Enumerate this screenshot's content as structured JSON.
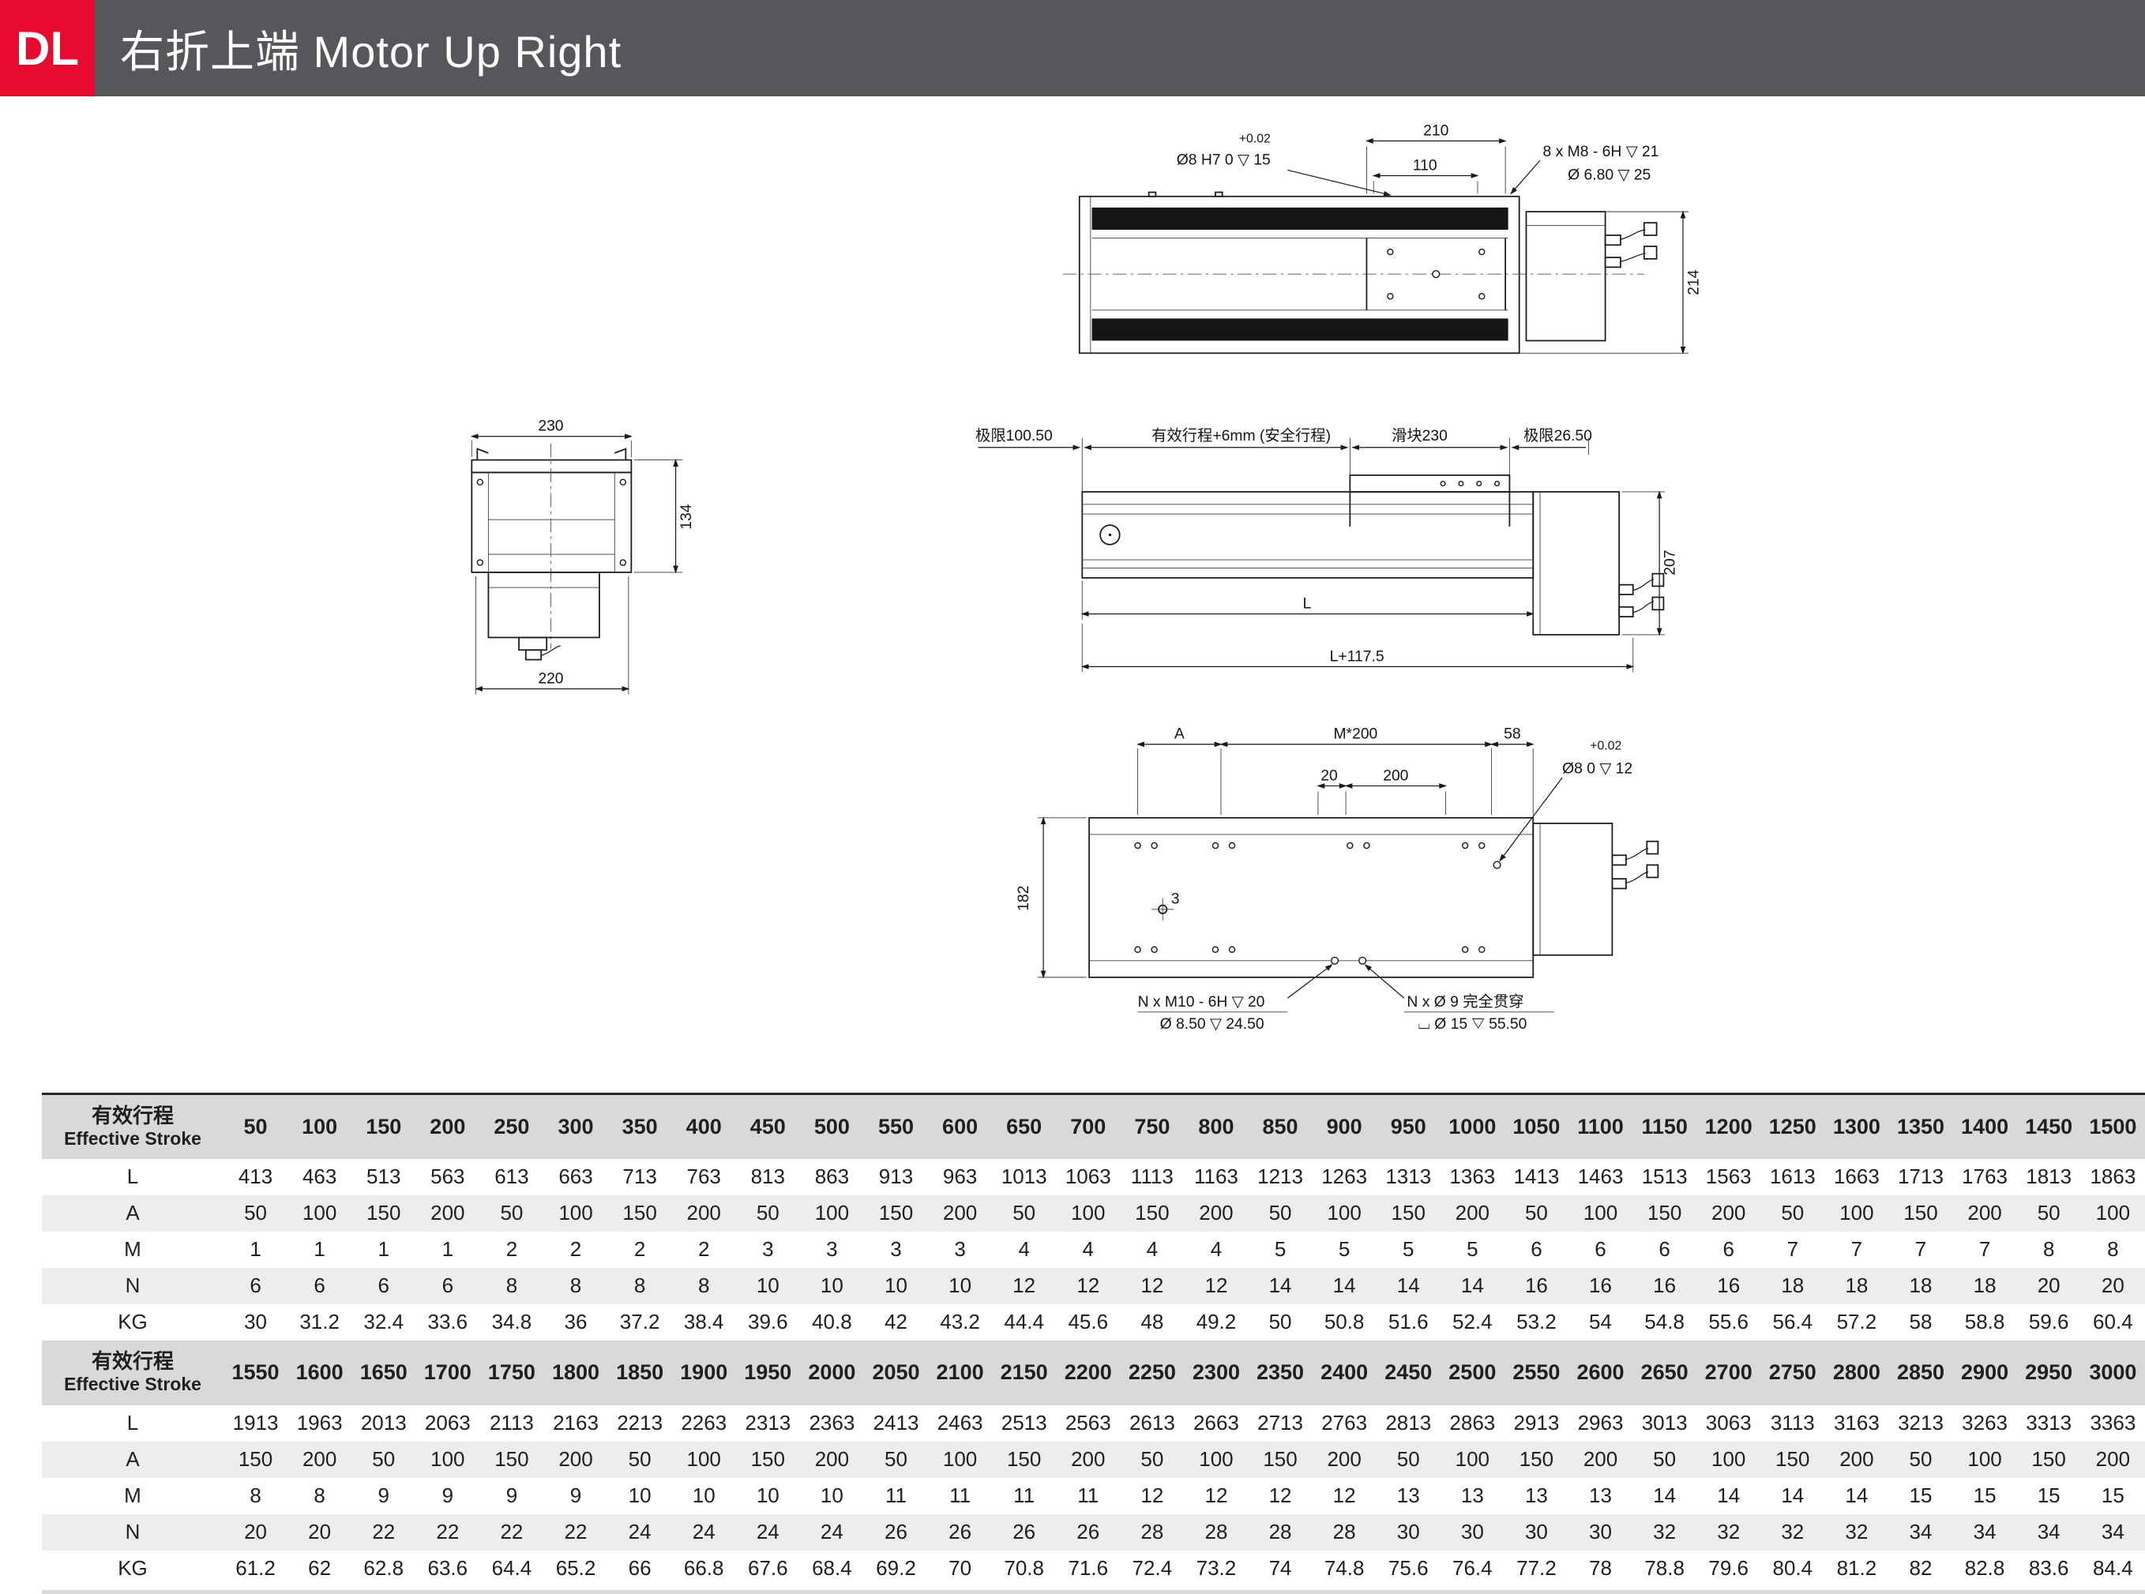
{
  "header": {
    "badge": "DL",
    "title": "右折上端 Motor Up Right",
    "badge_color": "#e60b2e",
    "bar_color": "#56575b"
  },
  "drawings": {
    "top_view": {
      "dim_210": "210",
      "dim_110": "110",
      "tol": "+0.02",
      "hole_label": "Ø8 H7  0  ▽ 15",
      "m8_label": "8 x M8 - 6H ▽ 21",
      "cb_label": "Ø 6.80 ▽ 25",
      "dim_214": "214"
    },
    "end_view": {
      "dim_230": "230",
      "dim_134": "134",
      "dim_220": "220"
    },
    "side_view": {
      "limit_left": "极限100.50",
      "stroke_label": "有效行程+6mm (安全行程)",
      "slider_label": "滑块230",
      "limit_right": "极限26.50",
      "dim_207": "207",
      "dim_L": "L",
      "dim_L117": "L+117.5"
    },
    "bottom_view": {
      "dim_A": "A",
      "dim_m200": "M*200",
      "dim_58": "58",
      "dim_20": "20",
      "dim_200": "200",
      "tol": "+0.02",
      "hole_label": "Ø8  0  ▽ 12",
      "dim_182": "182",
      "dim_3": "3",
      "label_m10": "N x M10 - 6H ▽ 20",
      "label_850": "Ø 8.50 ▽ 24.50",
      "label_n9": "N x Ø 9 完全贯穿",
      "label_15": "⌴ Ø 15 ▽ 55.50"
    }
  },
  "table": {
    "header_cn": "有效行程",
    "header_en": "Effective Stroke",
    "sections": [
      {
        "strokes": [
          50,
          100,
          150,
          200,
          250,
          300,
          350,
          400,
          450,
          500,
          550,
          600,
          650,
          700,
          750,
          800,
          850,
          900,
          950,
          1000,
          1050,
          1100,
          1150,
          1200,
          1250,
          1300,
          1350,
          1400,
          1450,
          1500
        ],
        "rows": [
          {
            "label": "L",
            "values": [
              413,
              463,
              513,
              563,
              613,
              663,
              713,
              763,
              813,
              863,
              913,
              963,
              1013,
              1063,
              1113,
              1163,
              1213,
              1263,
              1313,
              1363,
              1413,
              1463,
              1513,
              1563,
              1613,
              1663,
              1713,
              1763,
              1813,
              1863
            ]
          },
          {
            "label": "A",
            "values": [
              50,
              100,
              150,
              200,
              50,
              100,
              150,
              200,
              50,
              100,
              150,
              200,
              50,
              100,
              150,
              200,
              50,
              100,
              150,
              200,
              50,
              100,
              150,
              200,
              50,
              100,
              150,
              200,
              50,
              100
            ]
          },
          {
            "label": "M",
            "values": [
              1,
              1,
              1,
              1,
              2,
              2,
              2,
              2,
              3,
              3,
              3,
              3,
              4,
              4,
              4,
              4,
              5,
              5,
              5,
              5,
              6,
              6,
              6,
              6,
              7,
              7,
              7,
              7,
              8,
              8
            ]
          },
          {
            "label": "N",
            "values": [
              6,
              6,
              6,
              6,
              8,
              8,
              8,
              8,
              10,
              10,
              10,
              10,
              12,
              12,
              12,
              12,
              14,
              14,
              14,
              14,
              16,
              16,
              16,
              16,
              18,
              18,
              18,
              18,
              20,
              20
            ]
          },
          {
            "label": "KG",
            "values": [
              30,
              31.2,
              32.4,
              33.6,
              34.8,
              36,
              37.2,
              38.4,
              39.6,
              40.8,
              42,
              43.2,
              44.4,
              45.6,
              48,
              49.2,
              50,
              50.8,
              51.6,
              52.4,
              53.2,
              54,
              54.8,
              55.6,
              56.4,
              57.2,
              58,
              58.8,
              59.6,
              60.4
            ]
          }
        ]
      },
      {
        "strokes": [
          1550,
          1600,
          1650,
          1700,
          1750,
          1800,
          1850,
          1900,
          1950,
          2000,
          2050,
          2100,
          2150,
          2200,
          2250,
          2300,
          2350,
          2400,
          2450,
          2500,
          2550,
          2600,
          2650,
          2700,
          2750,
          2800,
          2850,
          2900,
          2950,
          3000
        ],
        "rows": [
          {
            "label": "L",
            "values": [
              1913,
              1963,
              2013,
              2063,
              2113,
              2163,
              2213,
              2263,
              2313,
              2363,
              2413,
              2463,
              2513,
              2563,
              2613,
              2663,
              2713,
              2763,
              2813,
              2863,
              2913,
              2963,
              3013,
              3063,
              3113,
              3163,
              3213,
              3263,
              3313,
              3363
            ]
          },
          {
            "label": "A",
            "values": [
              150,
              200,
              50,
              100,
              150,
              200,
              50,
              100,
              150,
              200,
              50,
              100,
              150,
              200,
              50,
              100,
              150,
              200,
              50,
              100,
              150,
              200,
              50,
              100,
              150,
              200,
              50,
              100,
              150,
              200
            ]
          },
          {
            "label": "M",
            "values": [
              8,
              8,
              9,
              9,
              9,
              9,
              10,
              10,
              10,
              10,
              11,
              11,
              11,
              11,
              12,
              12,
              12,
              12,
              13,
              13,
              13,
              13,
              14,
              14,
              14,
              14,
              15,
              15,
              15,
              15
            ]
          },
          {
            "label": "N",
            "values": [
              20,
              20,
              22,
              22,
              22,
              22,
              24,
              24,
              24,
              24,
              26,
              26,
              26,
              26,
              28,
              28,
              28,
              28,
              30,
              30,
              30,
              30,
              32,
              32,
              32,
              32,
              34,
              34,
              34,
              34
            ]
          },
          {
            "label": "KG",
            "values": [
              61.2,
              62,
              62.8,
              63.6,
              64.4,
              65.2,
              66,
              66.8,
              67.6,
              68.4,
              69.2,
              70,
              70.8,
              71.6,
              72.4,
              73.2,
              74,
              74.8,
              75.6,
              76.4,
              77.2,
              78,
              78.8,
              79.6,
              80.4,
              81.2,
              82,
              82.8,
              83.6,
              84.4
            ]
          }
        ]
      }
    ]
  }
}
